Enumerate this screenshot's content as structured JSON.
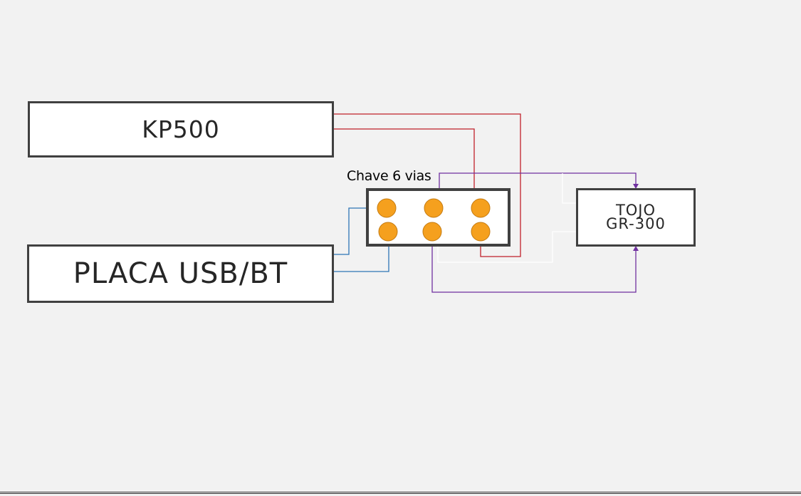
{
  "blocks": {
    "kp500": "KP500",
    "placa": "PLACA USB/BT",
    "tojo_line1": "TOJO",
    "tojo_line2": "GR-300"
  },
  "switch": {
    "label": "Chave 6 vias",
    "pin_color": "#f5a01e",
    "pin_count": 6
  },
  "wire_colors": {
    "red": "#c0202a",
    "blue": "#2e75b6",
    "purple": "#7030a0",
    "white": "#ffffff"
  }
}
